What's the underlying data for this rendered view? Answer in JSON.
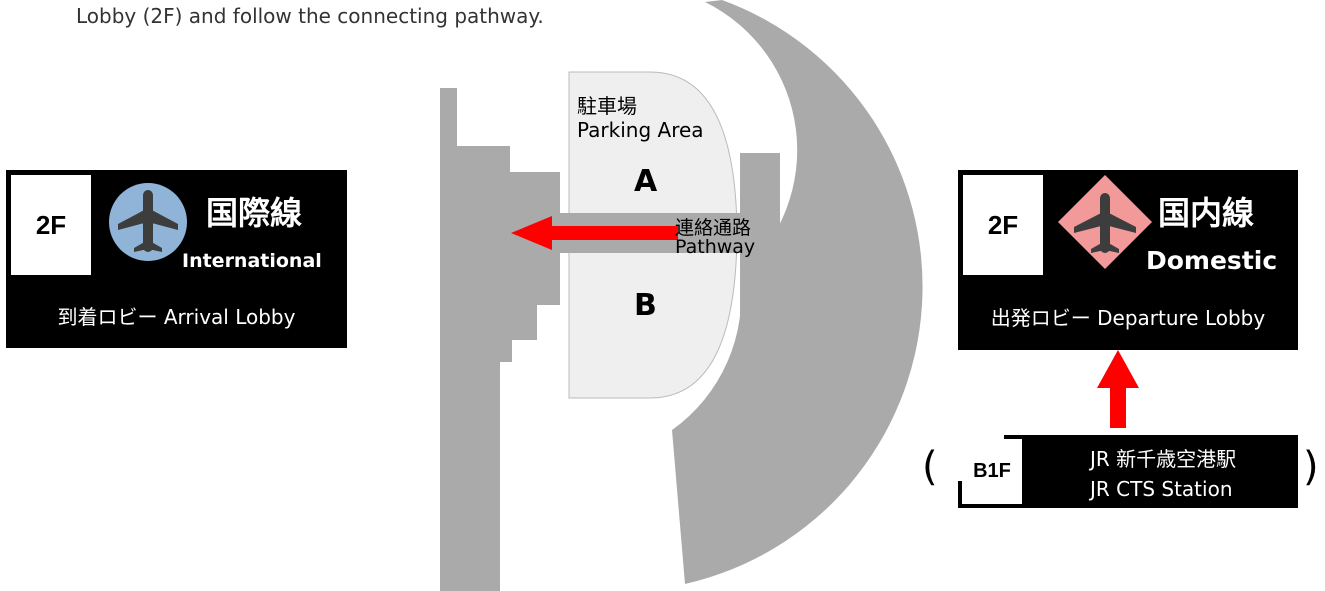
{
  "intro_text": "Lobby (2F) and follow the connecting pathway.",
  "map": {
    "parking_label_jp": "駐車場",
    "parking_label_en": "Parking Area",
    "zone_a": "A",
    "zone_b": "B",
    "pathway_label_jp": "連絡通路",
    "pathway_label_en": "Pathway"
  },
  "international_sign": {
    "floor": "2F",
    "title": "国際線",
    "subtitle": "International",
    "lobby": "到着ロビー Arrival Lobby",
    "icon": "plane-icon"
  },
  "domestic_sign": {
    "floor": "2F",
    "title": "国内線",
    "subtitle": "Domestic",
    "lobby": "出発ロビー Departure Lobby",
    "icon": "plane-icon"
  },
  "station_sign": {
    "floor": "B1F",
    "line1": "JR 新千歳空港駅",
    "line2": "JR CTS Station",
    "icon": "train-icon",
    "paren_open": "(",
    "paren_close": ")"
  },
  "colors": {
    "building": "#aaaaaa",
    "parking": "#efefef",
    "arrow": "#ff0000",
    "sign_bg": "#000000",
    "intl_circle": "#8fb4d8",
    "dom_diamond": "#f29a9a"
  }
}
